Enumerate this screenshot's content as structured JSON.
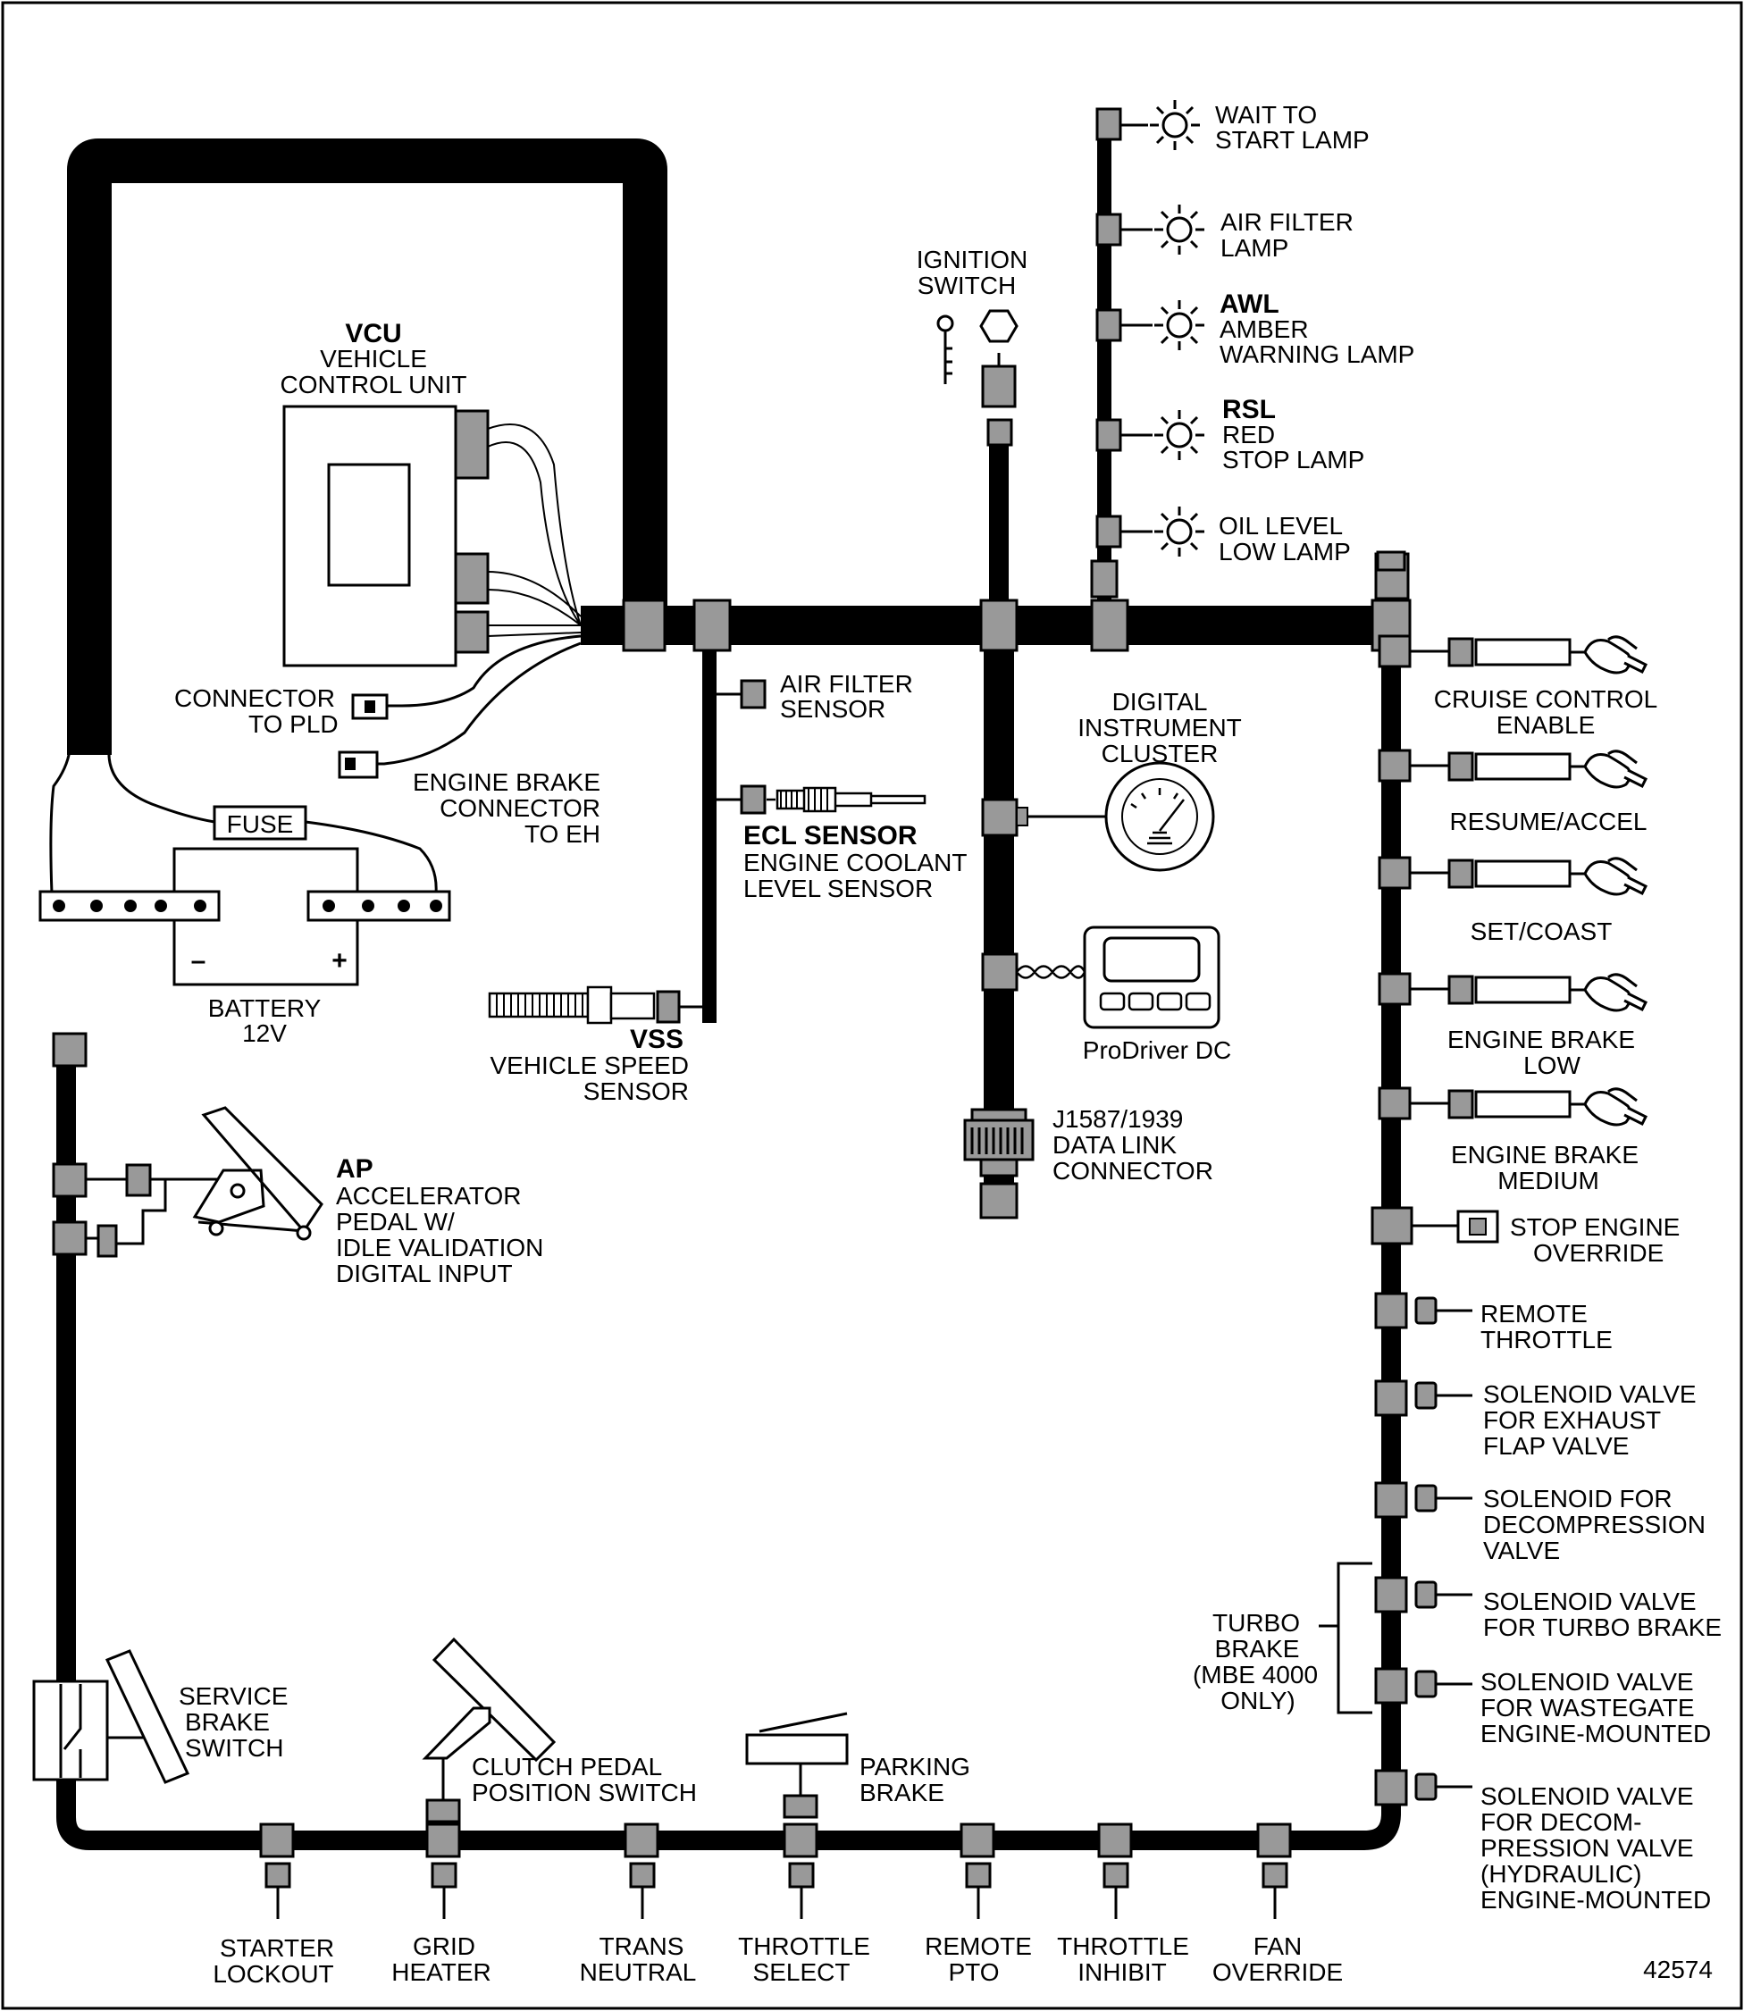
{
  "figure_number": "42574",
  "vcu": {
    "title": "VCU",
    "line1": "VEHICLE",
    "line2": "CONTROL UNIT"
  },
  "connector_pld": {
    "line1": "CONNECTOR",
    "line2": "TO PLD"
  },
  "engine_brake_connector": {
    "line1": "ENGINE BRAKE",
    "line2": "CONNECTOR",
    "line3": "TO EH"
  },
  "fuse": {
    "label": "FUSE"
  },
  "battery": {
    "line1": "BATTERY",
    "line2": "12V",
    "minus": "–",
    "plus": "+"
  },
  "air_filter_sensor": {
    "line1": "AIR FILTER",
    "line2": "SENSOR"
  },
  "ecl_sensor": {
    "title": "ECL SENSOR",
    "line1": "ENGINE COOLANT",
    "line2": "LEVEL SENSOR"
  },
  "vss": {
    "title": "VSS",
    "line1": "VEHICLE SPEED",
    "line2": "SENSOR"
  },
  "ignition_switch": {
    "line1": "IGNITION",
    "line2": "SWITCH"
  },
  "lamps": {
    "wait": {
      "line1": "WAIT TO",
      "line2": "START LAMP"
    },
    "air_filter": {
      "line1": "AIR FILTER",
      "line2": "LAMP"
    },
    "awl": {
      "title": "AWL",
      "line1": "AMBER",
      "line2": "WARNING LAMP"
    },
    "rsl": {
      "title": "RSL",
      "line1": "RED",
      "line2": "STOP LAMP"
    },
    "oil": {
      "line1": "OIL LEVEL",
      "line2": "LOW LAMP"
    }
  },
  "instrument_cluster": {
    "line1": "DIGITAL",
    "line2": "INSTRUMENT",
    "line3": "CLUSTER"
  },
  "prodriver": {
    "label": "ProDriver DC"
  },
  "data_link": {
    "line1": "J1587/1939",
    "line2": "DATA LINK",
    "line3": "CONNECTOR"
  },
  "accelerator": {
    "title": "AP",
    "line1": "ACCELERATOR",
    "line2": "PEDAL W/",
    "line3": "IDLE VALIDATION",
    "line4": "DIGITAL INPUT"
  },
  "service_brake": {
    "line1": "SERVICE",
    "line2": "BRAKE",
    "line3": "SWITCH"
  },
  "clutch": {
    "line1": "CLUTCH PEDAL",
    "line2": "POSITION SWITCH"
  },
  "parking_brake": {
    "line1": "PARKING",
    "line2": "BRAKE"
  },
  "right_switches": {
    "cruise": {
      "line1": "CRUISE CONTROL",
      "line2": "ENABLE"
    },
    "resume": {
      "line1": "RESUME/ACCEL"
    },
    "set": {
      "line1": "SET/COAST"
    },
    "eb_low": {
      "line1": "ENGINE BRAKE",
      "line2": "LOW"
    },
    "eb_med": {
      "line1": "ENGINE BRAKE",
      "line2": "MEDIUM"
    },
    "stop_override": {
      "line1": "STOP ENGINE",
      "line2": "OVERRIDE"
    }
  },
  "right_outputs": {
    "remote_throttle": {
      "line1": "REMOTE",
      "line2": "THROTTLE"
    },
    "exhaust_flap": {
      "line1": "SOLENOID VALVE",
      "line2": "FOR EXHAUST",
      "line3": "FLAP VALVE"
    },
    "decompression": {
      "line1": "SOLENOID FOR",
      "line2": "DECOMPRESSION",
      "line3": "VALVE"
    },
    "turbo_brake_valve": {
      "line1": "SOLENOID VALVE",
      "line2": "FOR TURBO BRAKE"
    },
    "wastegate": {
      "line1": "SOLENOID VALVE",
      "line2": "FOR WASTEGATE",
      "line3": "ENGINE-MOUNTED"
    },
    "decomp_hydraulic": {
      "line1": "SOLENOID VALVE",
      "line2": "FOR DECOM-",
      "line3": "PRESSION VALVE",
      "line4": "(HYDRAULIC)",
      "line5": "ENGINE-MOUNTED"
    }
  },
  "turbo_brake_group": {
    "line1": "TURBO",
    "line2": "BRAKE",
    "line3": "(MBE 4000",
    "line4": "ONLY)"
  },
  "bottom_inputs": {
    "starter": {
      "line1": "STARTER",
      "line2": "LOCKOUT"
    },
    "grid": {
      "line1": "GRID",
      "line2": "HEATER"
    },
    "trans": {
      "line1": "TRANS",
      "line2": "NEUTRAL"
    },
    "throttle_select": {
      "line1": "THROTTLE",
      "line2": "SELECT"
    },
    "remote_pto": {
      "line1": "REMOTE",
      "line2": "PTO"
    },
    "throttle_inhibit": {
      "line1": "THROTTLE",
      "line2": "INHIBIT"
    },
    "fan": {
      "line1": "FAN",
      "line2": "OVERRIDE"
    }
  }
}
